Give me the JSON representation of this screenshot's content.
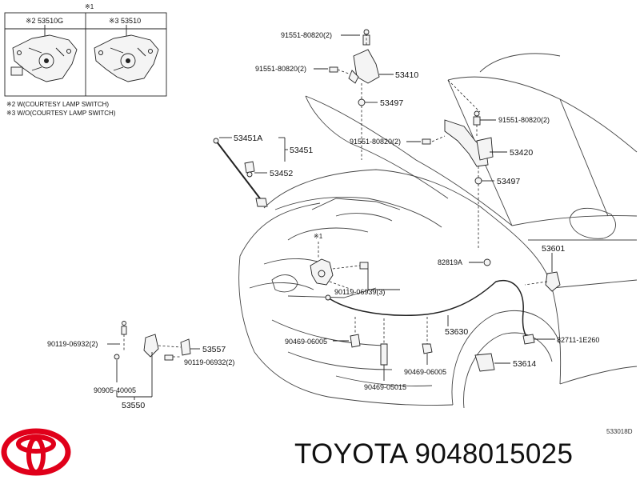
{
  "inset": {
    "marker_top": "※1",
    "left_variant": "※2 53510G",
    "right_variant": "※3 53510",
    "note1": "※2 W(COURTESY LAMP SWITCH)",
    "note2": "※3 W/O(COURTESY LAMP SWITCH)"
  },
  "labels": {
    "p91551_a": "91551-80820(2)",
    "p91551_b": "91551-80820(2)",
    "p91551_c": "91551-80820(2)",
    "p91551_d": "91551-80820(2)",
    "p53410": "53410",
    "p53497_a": "53497",
    "p53497_b": "53497",
    "p53420": "53420",
    "p53451A": "53451A",
    "p53451": "53451",
    "p53452": "53452",
    "marker_latch": "※1",
    "p82819A": "82819A",
    "p53601": "53601",
    "p90119_06939": "90119-06939(3)",
    "p90119_06932_a": "90119-06932(2)",
    "p90119_06932_b": "90119-06932(2)",
    "p53557": "53557",
    "p90469_06005_a": "90469-06005",
    "p90469_06005_b": "90469-06005",
    "p53630": "53630",
    "p82711": "82711-1E260",
    "p53614": "53614",
    "p90905": "90905-40005",
    "p53550": "53550",
    "p90469_05015": "90469-05015",
    "diagram_code": "533018D"
  },
  "brand": {
    "logo": "toyota-logo",
    "title": "TOYOTA 9048015025",
    "logo_color": "#e0001a"
  }
}
